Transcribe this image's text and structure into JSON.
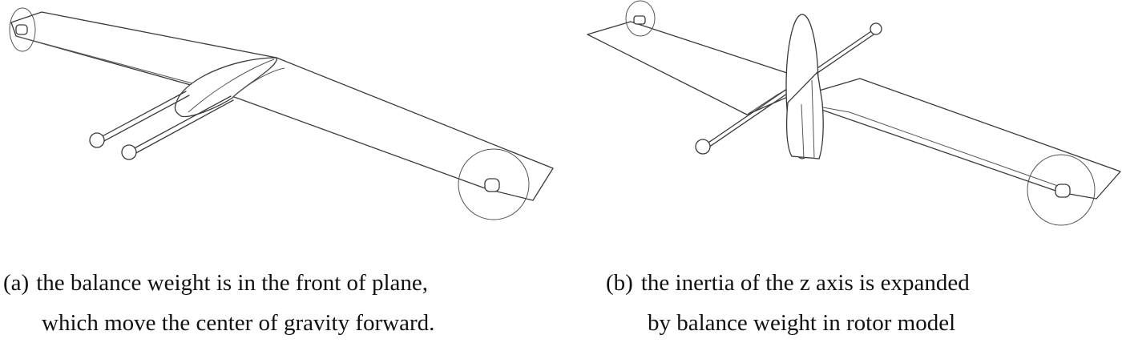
{
  "panels": [
    {
      "tag": "(a)",
      "caption_line1": "the balance weight is in the front of plane,",
      "caption_line2": "which move the center of gravity forward."
    },
    {
      "tag": "(b)",
      "caption_line1": "the inertia of the z axis is expanded",
      "caption_line2": "by balance weight in rotor model"
    }
  ]
}
